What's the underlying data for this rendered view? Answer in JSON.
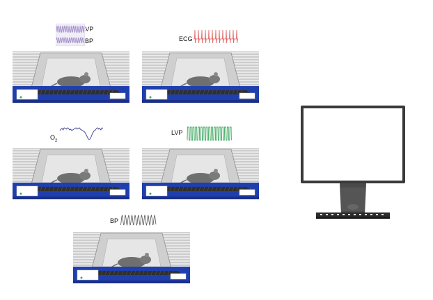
{
  "units": [
    {
      "id": "u1",
      "signals": [
        "LVP",
        "BP"
      ],
      "trace_color": "#9f8cc6",
      "trace_kind": "dense"
    },
    {
      "id": "u2",
      "signals": [
        "ECG"
      ],
      "trace_color": "#e05a5a",
      "trace_kind": "ecg"
    },
    {
      "id": "u3",
      "signals": [
        "O",
        "2"
      ],
      "trace_color": "#3a3a8c",
      "trace_kind": "o2"
    },
    {
      "id": "u4",
      "signals": [
        "LVP"
      ],
      "trace_color": "#3fa860",
      "trace_kind": "square"
    },
    {
      "id": "u5",
      "signals": [
        "BP"
      ],
      "trace_color": "#555555",
      "trace_kind": "wave"
    }
  ],
  "colors": {
    "platform": "#1f3fae",
    "chamber": "#e6e6e6",
    "stripes": "#9a9a9a",
    "monitor_frame": "#3a3a3a"
  }
}
